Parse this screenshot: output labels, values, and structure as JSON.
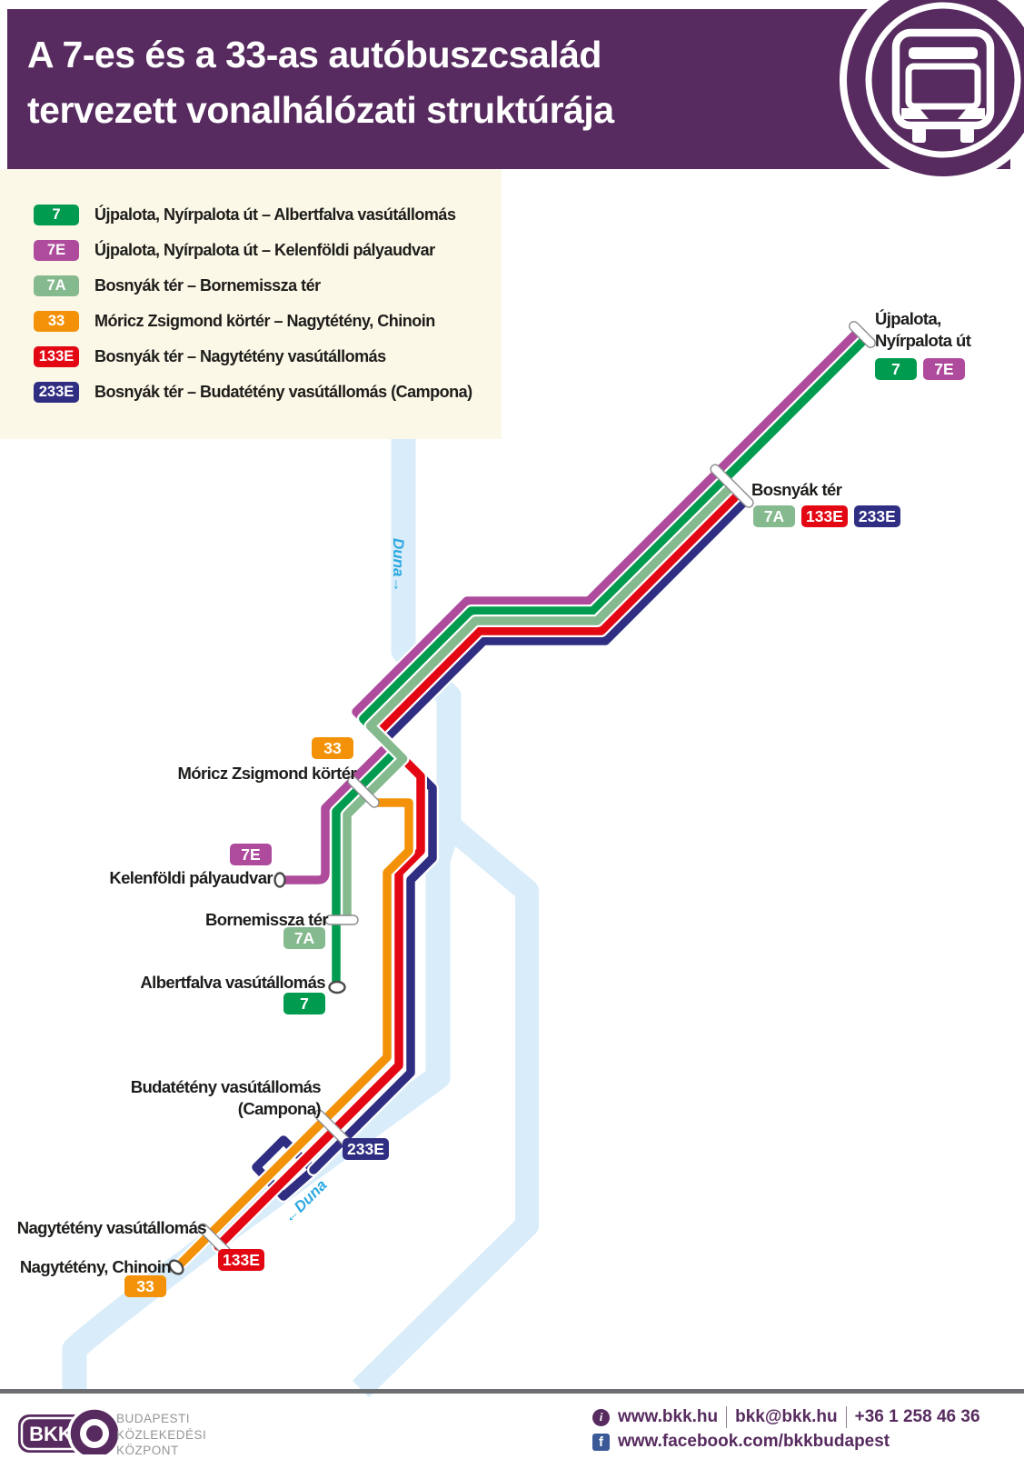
{
  "title": {
    "line1": "A 7-es és a 33-as autóbuszcsalád",
    "line2": "tervezett vonalhálózati struktúrája"
  },
  "legend": {
    "items": [
      {
        "route": "7",
        "color": "#009B4E",
        "description": "Újpalota, Nyírpalota út – Albertfalva vasútállomás"
      },
      {
        "route": "7E",
        "color": "#AE4B9C",
        "description": "Újpalota, Nyírpalota út – Kelenföldi pályaudvar"
      },
      {
        "route": "7A",
        "color": "#85B98E",
        "description": "Bosnyák tér – Bornemissza tér"
      },
      {
        "route": "33",
        "color": "#F39208",
        "description": "Móricz Zsigmond körtér – Nagytétény, Chinoin"
      },
      {
        "route": "133E",
        "color": "#E30613",
        "description": "Bosnyák tér – Nagytétény vasútállomás"
      },
      {
        "route": "233E",
        "color": "#302E82",
        "description": "Bosnyák tér – Budatétény vasútállomás (Campona)"
      }
    ]
  },
  "map": {
    "stations": {
      "ujpalota": {
        "line1": "Újpalota,",
        "line2": "Nyírpalota út",
        "badges": [
          "7",
          "7E"
        ]
      },
      "bosnyak": {
        "label": "Bosnyák tér",
        "badges": [
          "7A",
          "133E",
          "233E"
        ]
      },
      "moricz": {
        "label": "Móricz Zsigmond körtér",
        "badge": "33"
      },
      "kelenfold": {
        "label": "Kelenföldi pályaudvar",
        "badge": "7E"
      },
      "bornemissza": {
        "label": "Bornemissza tér",
        "badge": "7A"
      },
      "albertfalva": {
        "label": "Albertfalva vasútállomás",
        "badge": "7"
      },
      "budateteny": {
        "line1": "Budatétény vasútállomás",
        "line2": "(Campona)",
        "badge": "233E"
      },
      "nagyteteny_vasutallomas": {
        "label": "Nagytétény vasútállomás",
        "badge": "133E"
      },
      "nagyteteny_chinoin": {
        "label": "Nagytétény, Chinoin",
        "badge": "33"
      }
    },
    "river": {
      "label_downstream": "Duna→",
      "label_upstream": "←Duna"
    }
  },
  "footer": {
    "logo_text": "BKK",
    "org_line1": "BUDAPESTI",
    "org_line2": "KÖZLEKEDÉSI",
    "org_line3": "KÖZPONT",
    "website": "www.bkk.hu",
    "email": "bkk@bkk.hu",
    "phone": "+36 1 258 46 36",
    "facebook": "www.facebook.com/bkkbudapest"
  },
  "colors": {
    "brand_purple": "#572B5F",
    "route_7": "#009B4E",
    "route_7E": "#AE4B9C",
    "route_7A": "#85B98E",
    "route_33": "#F39208",
    "route_133E": "#E30613",
    "route_233E": "#302E82",
    "river": "#D8ECF9",
    "river_label": "#2CA9E1",
    "legend_bg": "#FCF8E7",
    "label_text": "#1D1D1B",
    "divider_gray": "#6D6E71",
    "org_text_gray": "#939598",
    "facebook_blue": "#3B5998"
  }
}
